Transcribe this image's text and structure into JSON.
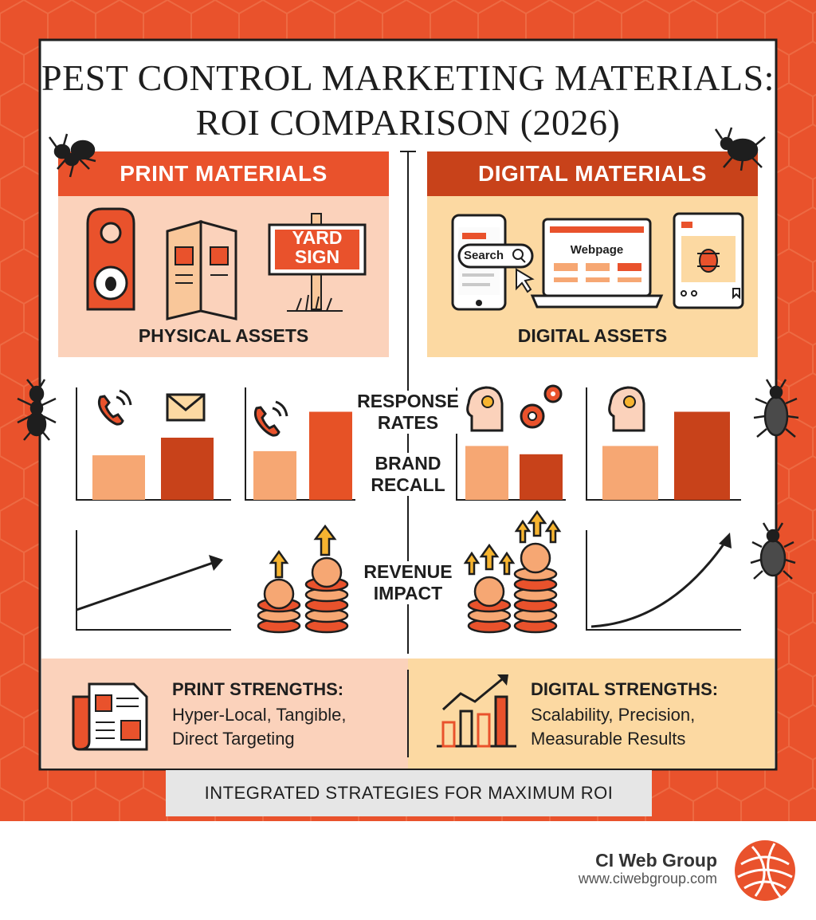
{
  "title": {
    "line1": "PEST CONTROL MARKETING MATERIALS:",
    "line2": "ROI COMPARISON (2026)"
  },
  "print": {
    "header": "PRINT MATERIALS",
    "assets_label": "PHYSICAL ASSETS",
    "yard_sign": {
      "line1": "YARD",
      "line2": "SIGN"
    },
    "strengths_title": "PRINT STRENGTHS:",
    "strengths_line1": "Hyper-Local, Tangible,",
    "strengths_line2": "Direct Targeting"
  },
  "digital": {
    "header": "DIGITAL MATERIALS",
    "assets_label": "DIGITAL ASSETS",
    "search_text": "Search",
    "webpage_text": "Webpage",
    "strengths_title": "DIGITAL STRENGTHS:",
    "strengths_line1": "Scalability, Precision,",
    "strengths_line2": "Measurable Results"
  },
  "metrics": {
    "response_rates": {
      "line1": "RESPONSE",
      "line2": "RATES"
    },
    "brand_recall": {
      "line1": "BRAND",
      "line2": "RECALL"
    },
    "revenue_impact": {
      "line1": "REVENUE",
      "line2": "IMPACT"
    }
  },
  "chart_data": [
    {
      "type": "bar",
      "group": "print-response-rates",
      "values": [
        0.43,
        0.6
      ],
      "colors": [
        "#f6a773",
        "#c8421a"
      ]
    },
    {
      "type": "bar",
      "group": "print-brand-recall",
      "values": [
        0.47,
        0.85
      ],
      "colors": [
        "#f6a773",
        "#e65226"
      ]
    },
    {
      "type": "bar",
      "group": "digital-response-rates",
      "values": [
        0.52,
        0.44
      ],
      "colors": [
        "#f6a773",
        "#c8421a"
      ]
    },
    {
      "type": "bar",
      "group": "digital-brand-recall",
      "values": [
        0.52,
        0.85
      ],
      "colors": [
        "#f6a773",
        "#c8421a"
      ]
    },
    {
      "type": "line",
      "group": "print-revenue-trend",
      "shape": "linear"
    },
    {
      "type": "line",
      "group": "digital-revenue-trend",
      "shape": "exponential"
    }
  ],
  "footer": {
    "banner": "INTEGRATED STRATEGIES FOR MAXIMUM ROI",
    "brand": "CI Web Group",
    "url": "www.ciwebgroup.com"
  },
  "colors": {
    "accent": "#e9522c",
    "dark_accent": "#c8421a",
    "print_panel": "#fbd2bb",
    "digital_panel": "#fcd9a2",
    "light_bar": "#f6a773"
  },
  "icons": [
    "door-hanger-icon",
    "brochure-icon",
    "yard-sign-icon",
    "phone-icon",
    "laptop-icon",
    "social-post-icon",
    "ringing-phone-icon",
    "envelope-icon",
    "lightbulb-head-icon",
    "gears-icon",
    "coin-stack-icon",
    "newspaper-icon",
    "growth-chart-icon",
    "ant-icon",
    "beetle-icon",
    "globe-logo-icon"
  ]
}
